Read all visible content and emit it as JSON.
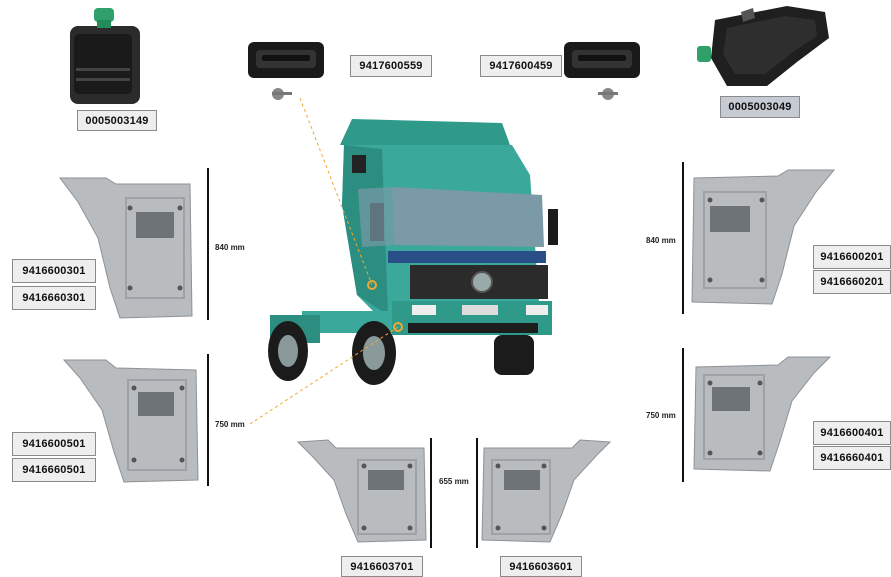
{
  "parts": {
    "tank_left": "0005003149",
    "tank_right": "0005003049",
    "handle_left": "9417600559",
    "handle_right": "9417600459",
    "step_upper_left_a": "9416600301",
    "step_upper_left_b": "9416660301",
    "step_upper_right_a": "9416600201",
    "step_upper_right_b": "9416660201",
    "step_lower_left_a": "9416600501",
    "step_lower_left_b": "9416660501",
    "step_lower_right_a": "9416600401",
    "step_lower_right_b": "9416660401",
    "step_bottom_left": "9416603701",
    "step_bottom_right": "9416603601"
  },
  "dimensions": {
    "upper_left": "840 mm",
    "upper_right": "840 mm",
    "lower_left": "750 mm",
    "lower_right": "750 mm",
    "bottom": "655 mm"
  },
  "colors": {
    "truck_body": "#3aa89a",
    "step_gray": "#b9bcbf",
    "leader_line": "#f0a830"
  }
}
